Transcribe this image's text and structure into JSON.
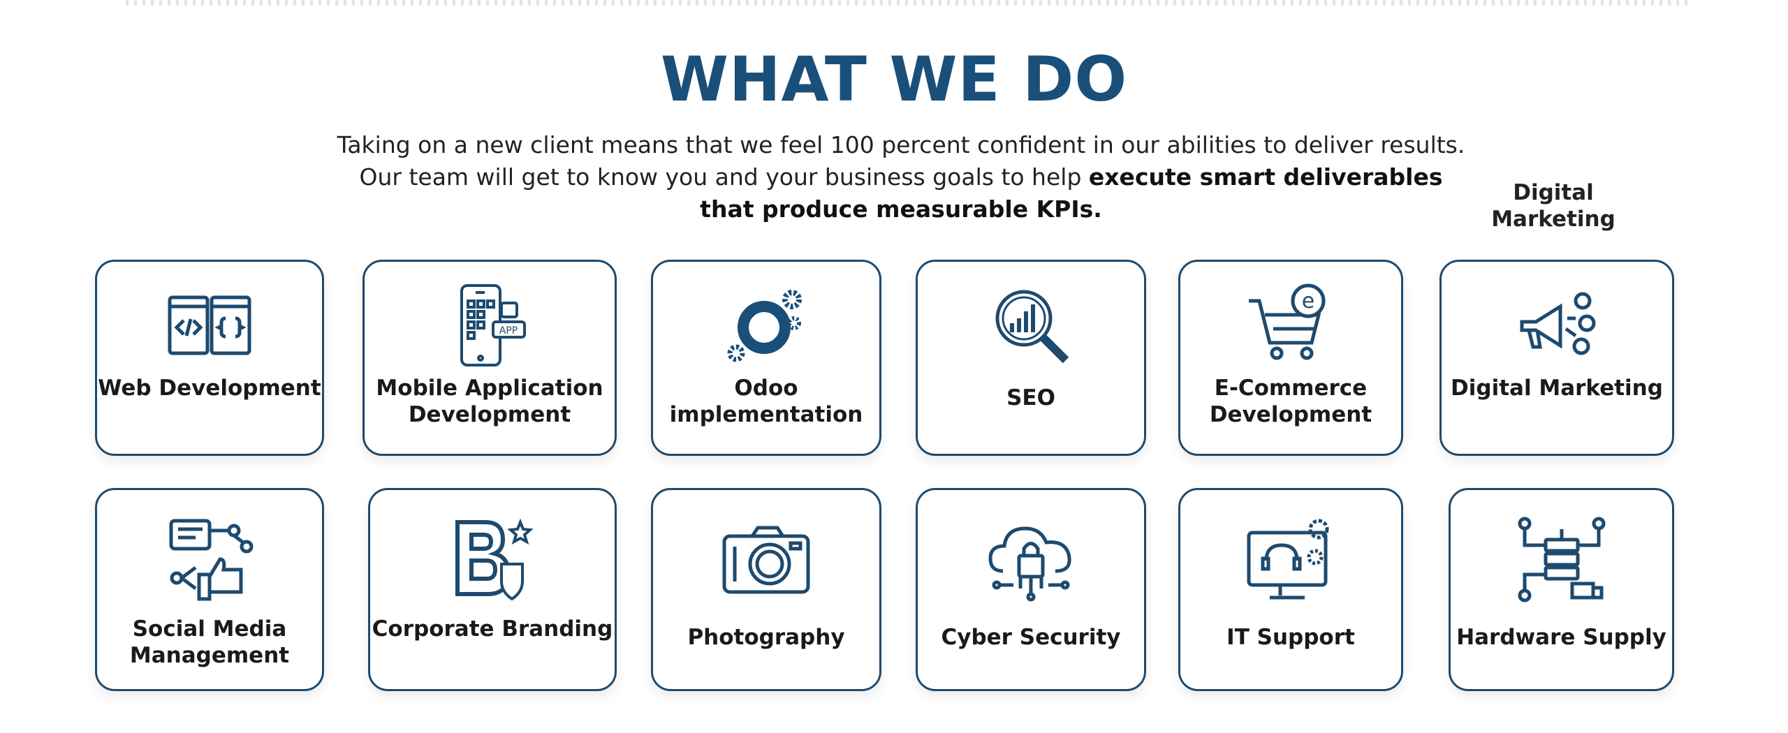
{
  "section": {
    "title": "WHAT WE DO",
    "intro_plain": "Taking on a new client means that we feel 100 percent confident in our abilities to deliver results. Our team will get to know you and your business goals to help ",
    "intro_bold": "execute smart deliverables that produce measurable KPIs.",
    "floating_label": "Digital Marketing"
  },
  "services": [
    {
      "label": "Web Development",
      "icon": "code-windows-icon"
    },
    {
      "label": "Mobile Application Development",
      "icon": "mobile-app-icon"
    },
    {
      "label": "Odoo implementation",
      "icon": "odoo-gears-icon"
    },
    {
      "label": "SEO",
      "icon": "magnifier-chart-icon"
    },
    {
      "label": "E-Commerce Development",
      "icon": "shopping-cart-icon"
    },
    {
      "label": "Digital Marketing",
      "icon": "megaphone-icon"
    },
    {
      "label": "Social Media Management",
      "icon": "social-share-icon"
    },
    {
      "label": "Corporate Branding",
      "icon": "brand-badge-icon"
    },
    {
      "label": "Photography",
      "icon": "camera-icon"
    },
    {
      "label": "Cyber Security",
      "icon": "cloud-lock-icon"
    },
    {
      "label": "IT Support",
      "icon": "support-monitor-icon"
    },
    {
      "label": "Hardware Supply",
      "icon": "server-network-icon"
    }
  ],
  "colors": {
    "primary": "#1a4f7a",
    "border": "#1e4a6e",
    "text": "#1a1a1a"
  }
}
